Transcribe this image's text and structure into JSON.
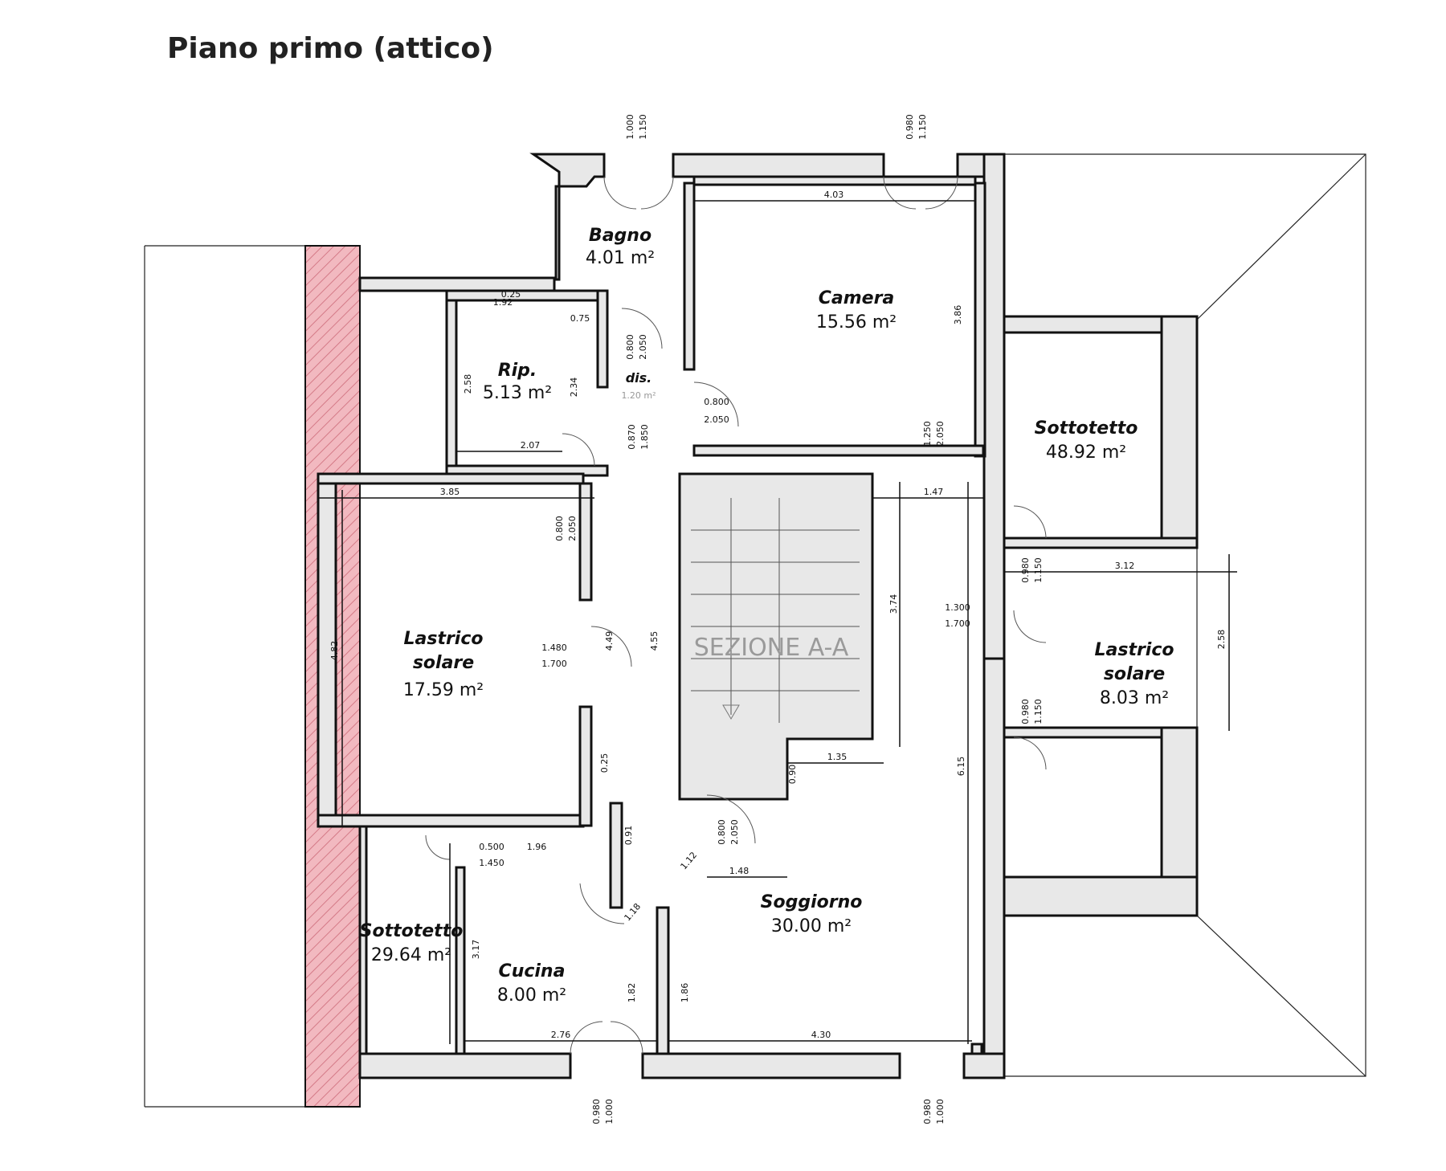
{
  "title": "Piano primo (attico)",
  "section_label": "SEZIONE A-A",
  "rooms": [
    {
      "name": "Bagno",
      "area": "4.01 m²"
    },
    {
      "name": "Camera",
      "area": "15.56 m²"
    },
    {
      "name": "Rip.",
      "area": "5.13 m²"
    },
    {
      "name": "dis.",
      "area": "1.20 m²"
    },
    {
      "name": "Sottotetto",
      "area": "48.92 m²"
    },
    {
      "name": "Lastrico",
      "name2": "solare",
      "area": "17.59 m²"
    },
    {
      "name": "Lastrico",
      "name2": "solare",
      "area": "8.03 m²"
    },
    {
      "name": "Sottotetto",
      "area": "29.64 m²"
    },
    {
      "name": "Cucina",
      "area": "8.00 m²"
    },
    {
      "name": "Soggiorno",
      "area": "30.00 m²"
    }
  ],
  "dimensions": [
    "4.03",
    "3.85",
    "1.47",
    "3.12",
    "1.35",
    "1.48",
    "2.07",
    "2.76",
    "4.30",
    "1.96",
    "1.92",
    "0.75",
    "0.25",
    "3.86",
    "4.82",
    "4.49",
    "4.55",
    "3.74",
    "6.15",
    "2.58",
    "3.17",
    "1.82",
    "1.86",
    "0.25",
    "0.90",
    "2.34",
    "2.58",
    "0.91",
    "1.12",
    "1.18",
    "1.000",
    "1.150",
    "0.980",
    "1.150",
    "0.800",
    "2.050",
    "0.870",
    "1.850",
    "0.800",
    "2.050",
    "1.250",
    "2.050",
    "1.300",
    "1.700",
    "1.480",
    "1.700",
    "0.980",
    "1.150",
    "0.980",
    "1.150",
    "0.800",
    "2.050",
    "0.500",
    "1.450",
    "0.800",
    "2.050",
    "0.980",
    "1.000",
    "0.980",
    "1.000"
  ]
}
